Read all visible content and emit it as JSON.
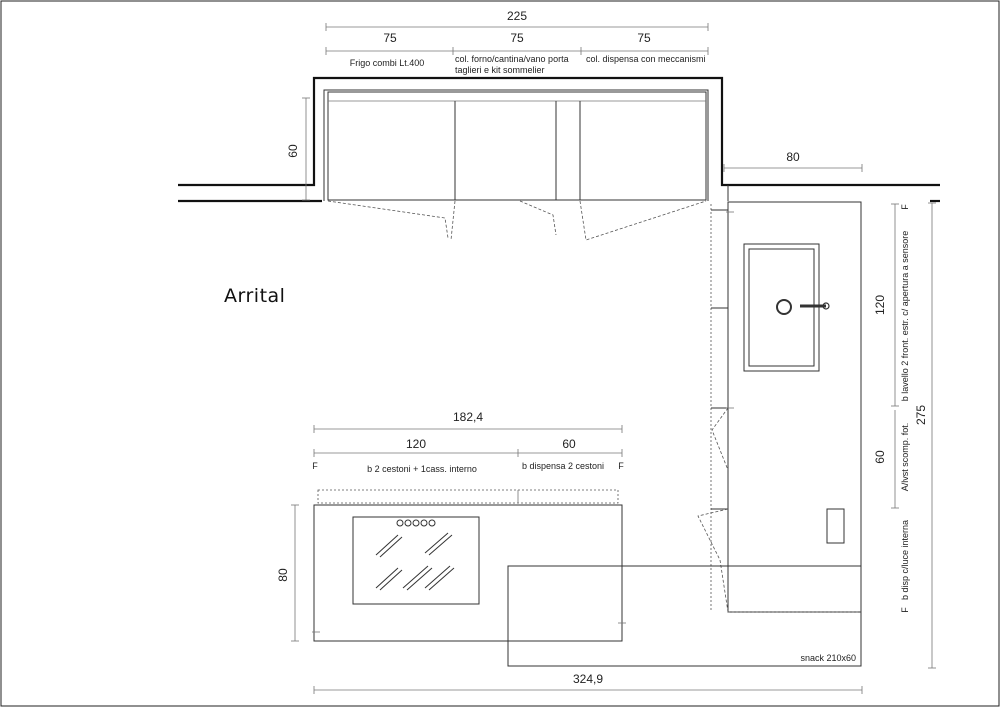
{
  "brand": "Arrital",
  "top_run": {
    "total_width": "225",
    "module_widths": [
      "75",
      "75",
      "75"
    ],
    "modules": [
      "Frigo combi Lt.400",
      "col. forno/cantina/vano porta",
      "taglieri e kit sommelier",
      "col. dispensa con meccanismi"
    ],
    "depth": "60",
    "side_width": "80"
  },
  "island": {
    "total_width": "182,4",
    "section_widths": [
      "120",
      "60"
    ],
    "section_labels": [
      "b 2 cestoni + 1cass. interno",
      "b dispensa 2 cestoni"
    ],
    "depth": "80",
    "end_mark_left": "F",
    "end_mark_right": "F"
  },
  "right_run": {
    "total_length": "275",
    "segment_lengths": [
      "120",
      "60"
    ],
    "labels": [
      "b lavello 2 front. estr. c/ apertura a sensore",
      "A/lvst scomp. fot.",
      "b disp c/luce interna"
    ],
    "end_mark_top": "F",
    "end_mark_bottom": "F"
  },
  "snack": "snack 210x60",
  "overall_width": "324,9"
}
